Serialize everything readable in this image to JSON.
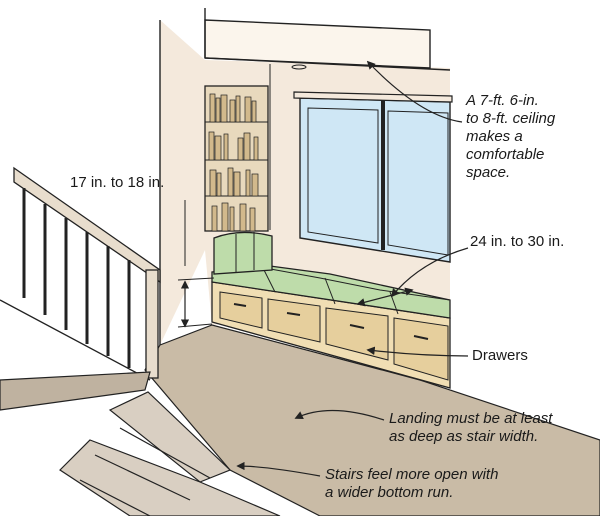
{
  "annotations": {
    "ceiling": "A 7-ft. 6-in.\nto 8-ft. ceiling\nmakes a\ncomfortable\nspace.",
    "seat_height": "17 in. to 18 in.",
    "seat_depth": "24 in. to 30 in.",
    "drawers": "Drawers",
    "landing": "Landing must be at least\nas deep as stair width.",
    "stairs": "Stairs feel more open with\na wider bottom run."
  },
  "colors": {
    "wall": "#f4e9dc",
    "floor": "#c9bba6",
    "cushion": "#bedcaa",
    "wood": "#f0deb4",
    "window_glass": "#cfe7f5",
    "stair_tread": "#d9cfc2",
    "ink": "#222222"
  }
}
